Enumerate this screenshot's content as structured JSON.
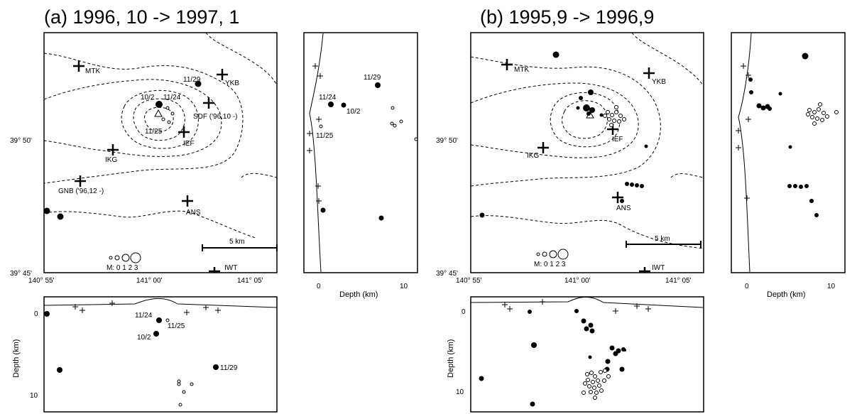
{
  "panels": [
    {
      "id": "a",
      "title": "(a) 1996, 10 -> 1997, 1",
      "lat_labels": [
        "39° 50'",
        "39° 45'"
      ],
      "lon_labels": [
        "140° 55'",
        "141° 00'",
        "141° 05'"
      ],
      "station_labels": [
        "MTK",
        "YKB",
        "SDF ('96,10 -)",
        "IEF",
        "IKG",
        "GNB ('96,12 -)",
        "ANS",
        "IWT"
      ],
      "event_labels": [
        "11/29",
        "10/2",
        "11/24",
        "11/25"
      ],
      "scale_label": "5 km",
      "magnitude_legend": "M: 0  1  2  3",
      "depth_axis_label": "Depth (km)",
      "depth_ticks": [
        "0",
        "10"
      ]
    },
    {
      "id": "b",
      "title": "(b) 1995,9 -> 1996,9",
      "lat_labels": [
        "39° 50'",
        "39° 45'"
      ],
      "lon_labels": [
        "140° 55'",
        "141° 00'",
        "141° 05'"
      ],
      "station_labels": [
        "MTK",
        "YKB",
        "IEF",
        "IKG",
        "ANS",
        "IWT"
      ],
      "scale_label": "5 km",
      "magnitude_legend": "M: 0  1  2  3",
      "depth_axis_label": "Depth (km)",
      "depth_ticks": [
        "0",
        "10"
      ]
    }
  ]
}
